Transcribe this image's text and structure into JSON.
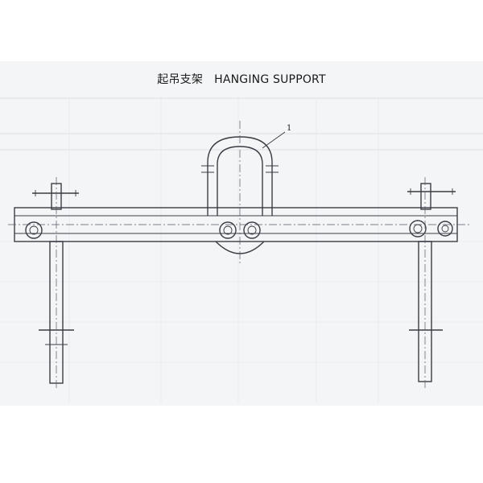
{
  "title": {
    "zh": "起吊支架",
    "en": "HANGING SUPPORT"
  },
  "callouts": [
    {
      "label": "1",
      "target": "u-bolt"
    }
  ],
  "colors": {
    "line": "#3a3d44",
    "paper": "#f4f5f7",
    "faint": "#d3d6dc"
  }
}
